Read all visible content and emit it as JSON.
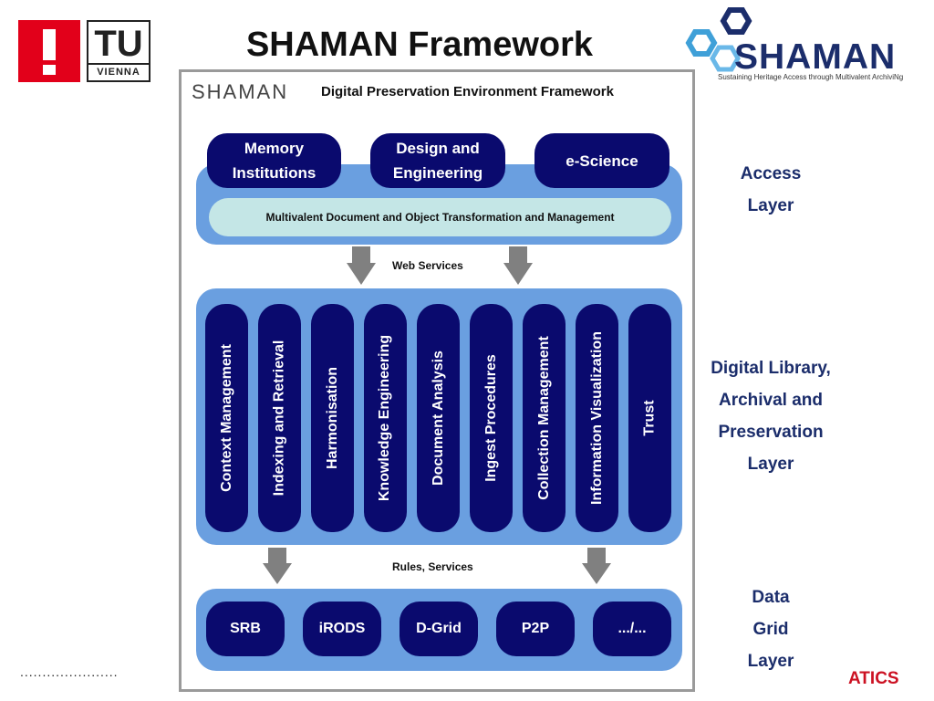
{
  "slide": {
    "title": "SHAMAN Framework",
    "footer_dots": "......................",
    "footer_fragment": "ATICS"
  },
  "tu_logo": {
    "mark": "TU",
    "text": "VIENNA"
  },
  "shaman_logo": {
    "word": "SHAMAN",
    "tagline": "Sustaining Heritage Access through Multivalent ArchiviNg"
  },
  "framework": {
    "brand": "SHAMAN",
    "title": "Digital Preservation Environment Framework",
    "access_items": [
      "Memory Institutions",
      "Design and Engineering",
      "e-Science"
    ],
    "access_bar": "Multivalent Document and Object Transformation and Management",
    "web_services_label": "Web Services",
    "library_items": [
      "Context Management",
      "Indexing and Retrieval",
      "Harmonisation",
      "Knowledge Engineering",
      "Document Analysis",
      "Ingest Procedures",
      "Collection Management",
      "Information Visualization",
      "Trust"
    ],
    "rules_label": "Rules, Services",
    "grid_items": [
      "SRB",
      "iRODS",
      "D-Grid",
      "P2P",
      ".../..."
    ]
  },
  "layers": {
    "access": [
      "Access",
      "Layer"
    ],
    "library": [
      "Digital Library,",
      "Archival and",
      "Preservation",
      "Layer"
    ],
    "grid": [
      "Data",
      "Grid",
      "Layer"
    ]
  },
  "colors": {
    "panel": "#6a9fe0",
    "pill": "#0a0a6e",
    "bar": "#c4e6e6",
    "layer_text": "#1b2d6b",
    "arrow": "#808080"
  }
}
